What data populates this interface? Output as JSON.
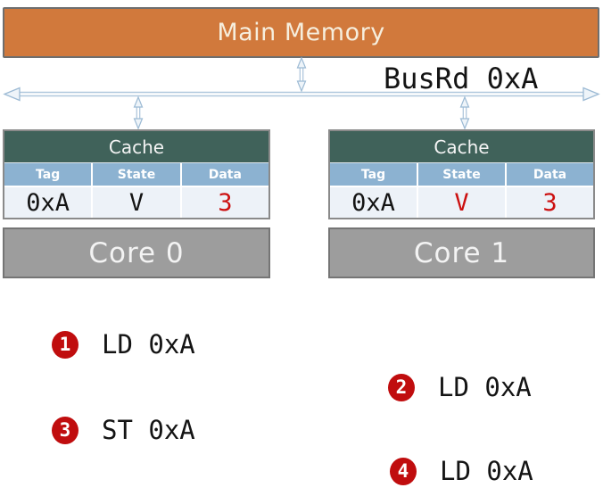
{
  "memory": {
    "label": "Main Memory"
  },
  "bus": {
    "label": "BusRd 0xA"
  },
  "caches": [
    {
      "title": "Cache",
      "columns": [
        "Tag",
        "State",
        "Data"
      ],
      "values": {
        "tag": "0xA",
        "state": "V",
        "data": "3"
      },
      "core_label": "Core 0"
    },
    {
      "title": "Cache",
      "columns": [
        "Tag",
        "State",
        "Data"
      ],
      "values": {
        "tag": "0xA",
        "state": "V",
        "data": "3"
      },
      "core_label": "Core 1"
    }
  ],
  "operations": [
    {
      "num": "1",
      "label": "LD 0xA"
    },
    {
      "num": "2",
      "label": "LD 0xA"
    },
    {
      "num": "3",
      "label": "ST 0xA"
    },
    {
      "num": "4",
      "label": "LD 0xA"
    }
  ],
  "colors": {
    "memory_fill": "#d1793c",
    "cache_header_fill": "#40625a",
    "column_header_fill": "#8cb2d1",
    "value_row_fill": "#edf2f8",
    "core_fill": "#9d9d9d",
    "highlight_red": "#cc1010",
    "badge_red": "#c00d0e",
    "arrow_blue": "#9cbad4"
  }
}
